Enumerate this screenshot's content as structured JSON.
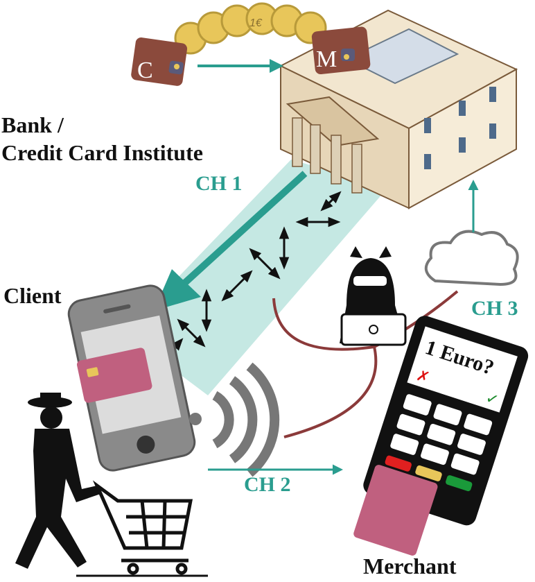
{
  "labels": {
    "bank_line1": "Bank /",
    "bank_line2": "Credit Card Institute",
    "client": "Client",
    "merchant": "Merchant",
    "ch1": "CH 1",
    "ch2": "CH 2",
    "ch3": "CH 3"
  },
  "wallets": {
    "client_letter": "C",
    "merchant_letter": "M"
  },
  "coins": {
    "label": "1€"
  },
  "terminal": {
    "display_line1": "1 Euro?",
    "reject_symbol": "✗",
    "accept_symbol": "✓"
  },
  "colors": {
    "channel_teal": "#2a9d8f",
    "channel_band": "#bfe6e0",
    "cable": "#8b3a3a",
    "card_pink": "#c0607f",
    "wallet_brown": "#8b4a3c",
    "coin_gold": "#e8c65a"
  }
}
